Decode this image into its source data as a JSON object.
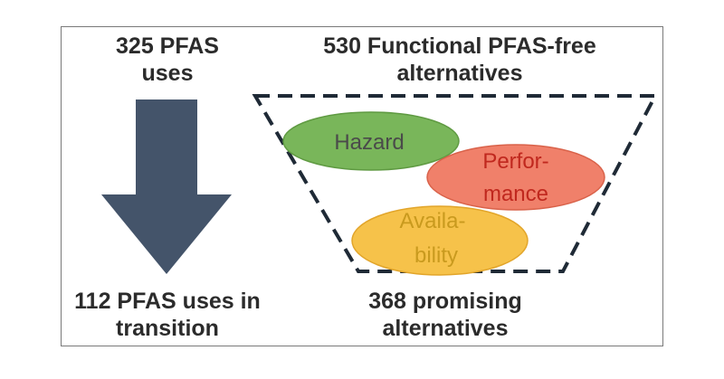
{
  "labels": {
    "top_left": {
      "line1": "325 PFAS",
      "line2": "uses"
    },
    "top_right": {
      "line1": "530 Functional PFAS-free",
      "line2": "alternatives"
    },
    "bottom_left": {
      "line1": "112 PFAS uses in",
      "line2": "transition"
    },
    "bottom_right": {
      "line1": "368 promising",
      "line2": "alternatives"
    }
  },
  "criteria": {
    "hazard": {
      "text": "Hazard",
      "fill": "#79b65a",
      "text_color": "#4a4a4a"
    },
    "performance": {
      "line1": "Perfor-",
      "line2": "mance",
      "fill": "#f0806a",
      "text_color": "#c0281e"
    },
    "availability": {
      "line1": "Availa-",
      "line2": "bility",
      "fill": "#f6c24a",
      "text_color": "#c99a1e"
    }
  },
  "colors": {
    "arrow": "#44546a",
    "funnel_stroke": "#1f2a36",
    "text": "#2b2b2b"
  }
}
